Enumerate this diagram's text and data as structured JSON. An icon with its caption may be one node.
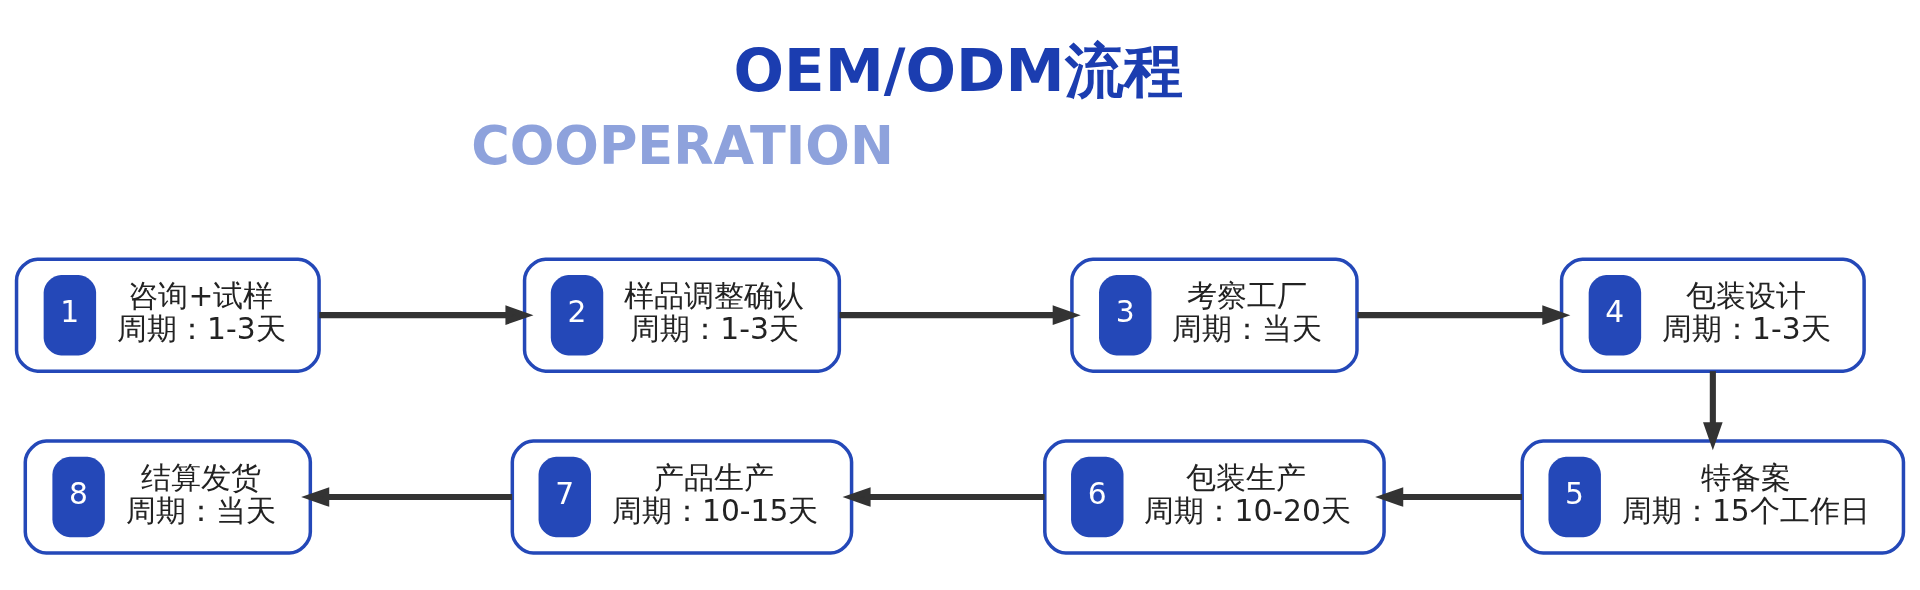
{
  "diagram": {
    "title": "OEM/ODM流程",
    "nodes": [
      {
        "text": [
          "1",
          "咨询+试样",
          "周期：1-3天"
        ]
      },
      {
        "text": [
          "2",
          "样品调整确认",
          "周期：1-3天"
        ]
      },
      {
        "text": [
          "3",
          "考察工厂",
          "周期：当天"
        ]
      },
      {
        "text": [
          "4",
          "包装设计",
          "周期：1-3天"
        ]
      },
      {
        "text": [
          "5",
          "特备案",
          "周期：15个工作日"
        ]
      },
      {
        "text": [
          "6",
          "包装生产",
          "周期：10-20天"
        ]
      },
      {
        "text": [
          "7",
          "产品生产",
          "周期：10-15天"
        ]
      },
      {
        "text": [
          "8",
          "结算发货",
          "周期：当天"
        ]
      }
    ],
    "edges": [
      {
        "from": 0,
        "to": 1,
        "arrow": "to"
      },
      {
        "from": 1,
        "to": 2,
        "arrow": "to"
      },
      {
        "from": 2,
        "to": 3,
        "arrow": "to"
      },
      {
        "from": 3,
        "to": 4,
        "arrow": "to"
      },
      {
        "from": 4,
        "to": 5,
        "arrow": "to"
      },
      {
        "from": 5,
        "to": 6,
        "arrow": "to"
      },
      {
        "from": 6,
        "to": 7,
        "arrow": "to"
      }
    ],
    "labels": [
      "COOPERATION"
    ]
  }
}
